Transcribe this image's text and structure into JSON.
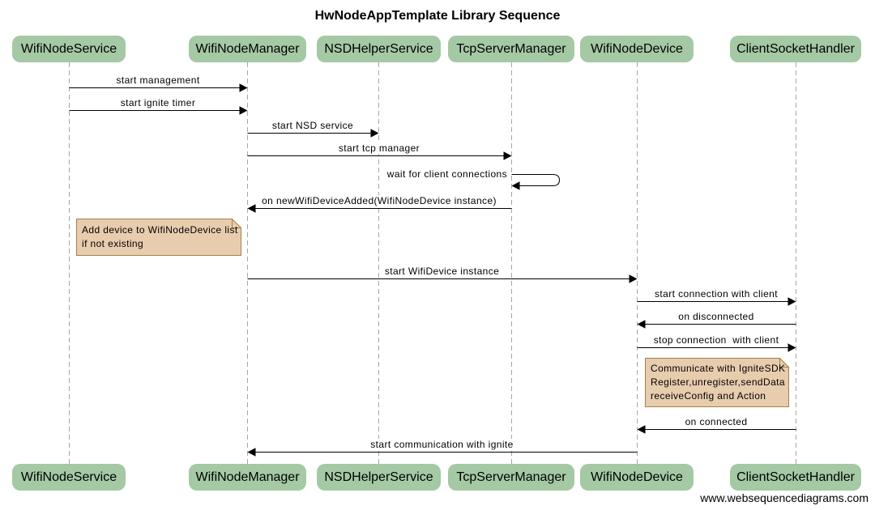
{
  "title": "HwNodeAppTemplate Library Sequence",
  "watermark": "www.websequencediagrams.com",
  "style": {
    "background": "#ffffff",
    "actor_fill": "#a4c9a4",
    "note_fill": "#e8ccae",
    "note_border": "#a08246",
    "lifeline_color": "#a6a6a6",
    "arrow_color": "#000000",
    "text_color": "#000000"
  },
  "actors": [
    {
      "label": "WifiNodeService"
    },
    {
      "label": "WifiNodeManager"
    },
    {
      "label": "NSDHelperService"
    },
    {
      "label": "TcpServerManager"
    },
    {
      "label": "WifiNodeDevice"
    },
    {
      "label": "ClientSocketHandler"
    }
  ],
  "messages": [
    {
      "label": "start management",
      "from": "WifiNodeService",
      "to": "WifiNodeManager"
    },
    {
      "label": "start ignite timer",
      "from": "WifiNodeService",
      "to": "WifiNodeManager"
    },
    {
      "label": "start NSD service",
      "from": "WifiNodeManager",
      "to": "NSDHelperService"
    },
    {
      "label": "start tcp manager",
      "from": "WifiNodeManager",
      "to": "TcpServerManager"
    },
    {
      "label": "wait for client connections",
      "from": "TcpServerManager",
      "to": "TcpServerManager",
      "self": true
    },
    {
      "label": "on newWifiDeviceAdded(WifiNodeDevice instance)",
      "from": "TcpServerManager",
      "to": "WifiNodeManager"
    },
    {
      "label": "start WifiDevice instance",
      "from": "WifiNodeManager",
      "to": "WifiNodeDevice"
    },
    {
      "label": "start connection with client",
      "from": "WifiNodeDevice",
      "to": "ClientSocketHandler"
    },
    {
      "label": "on disconnected",
      "from": "ClientSocketHandler",
      "to": "WifiNodeDevice"
    },
    {
      "label": "stop connection  with client",
      "from": "WifiNodeDevice",
      "to": "ClientSocketHandler"
    },
    {
      "label": "on connected",
      "from": "ClientSocketHandler",
      "to": "WifiNodeDevice"
    },
    {
      "label": "start communication with ignite",
      "from": "WifiNodeDevice",
      "to": "WifiNodeManager"
    }
  ],
  "notes": [
    {
      "lines": [
        "Add device to WifiNodeDevice list",
        "if not existing"
      ],
      "anchor": "left of WifiNodeManager"
    },
    {
      "lines": [
        "Communicate with IgniteSDK",
        "Register,unregister,sendData",
        "receiveConfig and Action"
      ],
      "anchor": "right of WifiNodeDevice"
    }
  ]
}
